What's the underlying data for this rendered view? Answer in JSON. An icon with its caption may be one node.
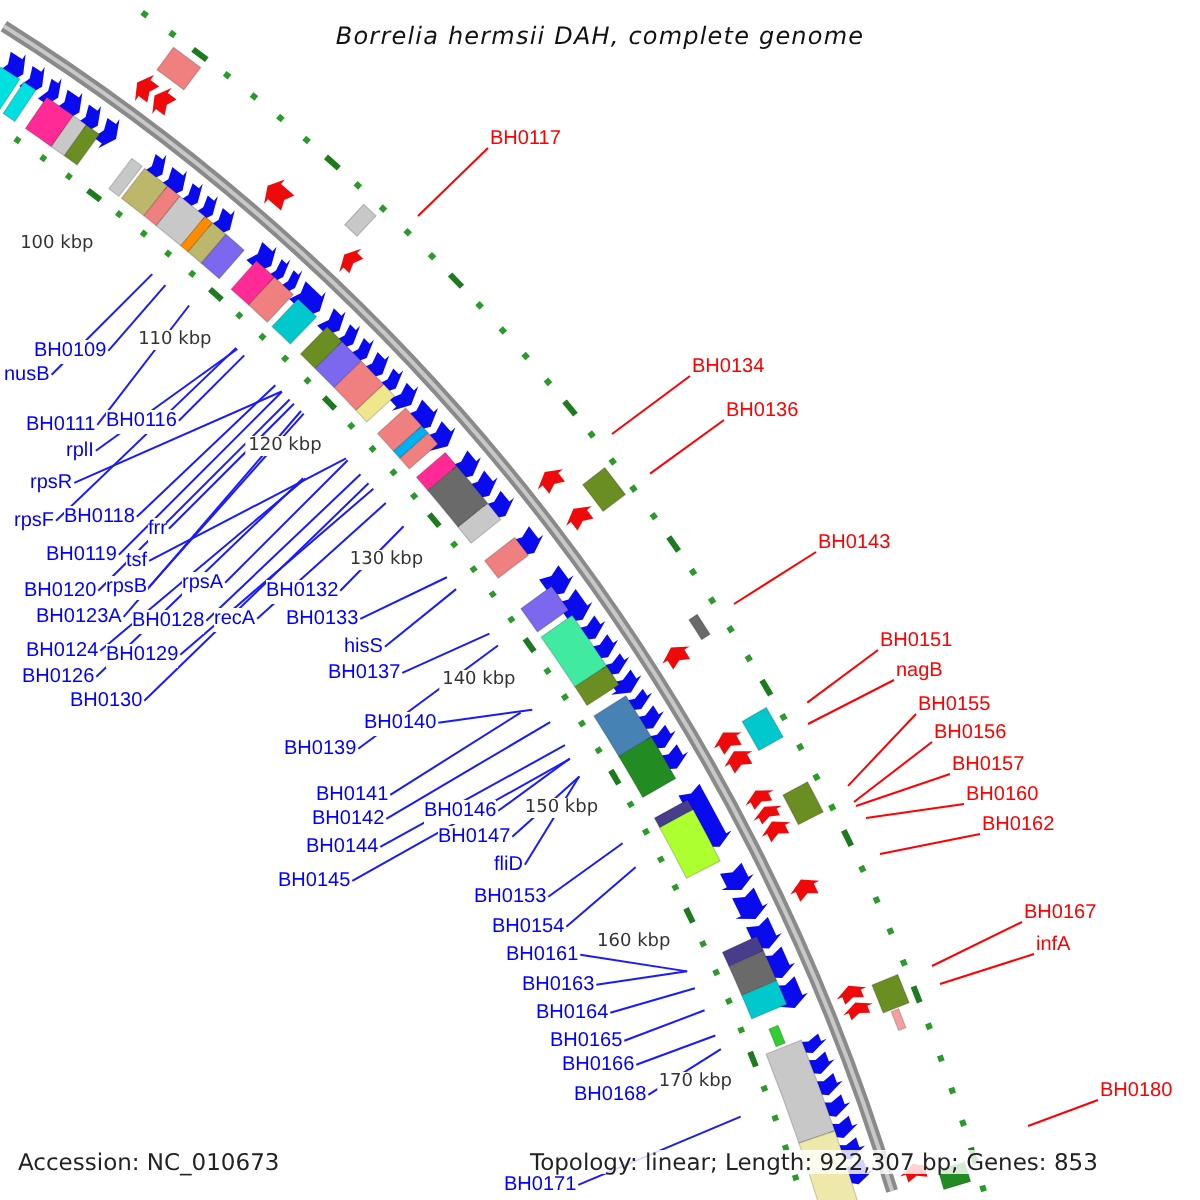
{
  "diagram": {
    "title": "Borrelia hermsii DAH, complete genome",
    "nodes": [
      {
        "text": [
          "BH0117"
        ]
      },
      {
        "text": [
          "BH0109"
        ]
      },
      {
        "text": [
          "BH0134"
        ]
      },
      {
        "text": [
          "nusB"
        ]
      },
      {
        "text": [
          "BH0136"
        ]
      },
      {
        "text": [
          "BH0111"
        ]
      },
      {
        "text": [
          "BH0116"
        ]
      },
      {
        "text": [
          "rplI"
        ]
      },
      {
        "text": [
          "rpsR"
        ]
      },
      {
        "text": [
          "rpsF"
        ]
      },
      {
        "text": [
          "BH0118"
        ]
      },
      {
        "text": [
          "frr"
        ]
      },
      {
        "text": [
          "BH0143"
        ]
      },
      {
        "text": [
          "BH0119"
        ]
      },
      {
        "text": [
          "tsf"
        ]
      },
      {
        "text": [
          "BH0120"
        ]
      },
      {
        "text": [
          "rpsB"
        ]
      },
      {
        "text": [
          "rpsA"
        ]
      },
      {
        "text": [
          "BH0132"
        ]
      },
      {
        "text": [
          "BH0123A"
        ]
      },
      {
        "text": [
          "BH0128"
        ]
      },
      {
        "text": [
          "recA"
        ]
      },
      {
        "text": [
          "BH0133"
        ]
      },
      {
        "text": [
          "BH0151"
        ]
      },
      {
        "text": [
          "hisS"
        ]
      },
      {
        "text": [
          "BH0124"
        ]
      },
      {
        "text": [
          "BH0129"
        ]
      },
      {
        "text": [
          "nagB"
        ]
      },
      {
        "text": [
          "BH0126"
        ]
      },
      {
        "text": [
          "BH0137"
        ]
      },
      {
        "text": [
          "BH0130"
        ]
      },
      {
        "text": [
          "BH0155"
        ]
      },
      {
        "text": [
          "BH0140"
        ]
      },
      {
        "text": [
          "BH0156"
        ]
      },
      {
        "text": [
          "BH0139"
        ]
      },
      {
        "text": [
          "BH0157"
        ]
      },
      {
        "text": [
          "BH0141"
        ]
      },
      {
        "text": [
          "BH0160"
        ]
      },
      {
        "text": [
          "BH0146"
        ]
      },
      {
        "text": [
          "BH0142"
        ]
      },
      {
        "text": [
          "BH0162"
        ]
      },
      {
        "text": [
          "BH0147"
        ]
      },
      {
        "text": [
          "BH0144"
        ]
      },
      {
        "text": [
          "fliD"
        ]
      },
      {
        "text": [
          "BH0145"
        ]
      },
      {
        "text": [
          "BH0153"
        ]
      },
      {
        "text": [
          "BH0167"
        ]
      },
      {
        "text": [
          "BH0154"
        ]
      },
      {
        "text": [
          "infA"
        ]
      },
      {
        "text": [
          "BH0161"
        ]
      },
      {
        "text": [
          "BH0163"
        ]
      },
      {
        "text": [
          "BH0164"
        ]
      },
      {
        "text": [
          "BH0165"
        ]
      },
      {
        "text": [
          "BH0166"
        ]
      },
      {
        "text": [
          "BH0168"
        ]
      },
      {
        "text": [
          "BH0180"
        ]
      },
      {
        "text": [
          "BH0171"
        ]
      }
    ],
    "edges": [
      {
        "from": 0,
        "to": null,
        "arrow": "none",
        "color": "#ff0000"
      },
      {
        "from": 1,
        "to": null,
        "arrow": "none"
      },
      {
        "from": 2,
        "to": null,
        "arrow": "none",
        "color": "#ff0000"
      },
      {
        "from": 3,
        "to": null,
        "arrow": "none"
      },
      {
        "from": 4,
        "to": null,
        "arrow": "none",
        "color": "#ff0000"
      },
      {
        "from": 5,
        "to": null,
        "arrow": "none"
      },
      {
        "from": 6,
        "to": null,
        "arrow": "none"
      },
      {
        "from": 7,
        "to": null,
        "arrow": "none"
      },
      {
        "from": 8,
        "to": null,
        "arrow": "none"
      },
      {
        "from": 9,
        "to": null,
        "arrow": "none"
      },
      {
        "from": 10,
        "to": null,
        "arrow": "none"
      },
      {
        "from": 11,
        "to": null,
        "arrow": "none"
      },
      {
        "from": 12,
        "to": null,
        "arrow": "none",
        "color": "#ff0000"
      },
      {
        "from": 13,
        "to": null,
        "arrow": "none"
      },
      {
        "from": 14,
        "to": null,
        "arrow": "none"
      },
      {
        "from": 15,
        "to": null,
        "arrow": "none"
      },
      {
        "from": 16,
        "to": null,
        "arrow": "none"
      },
      {
        "from": 17,
        "to": null,
        "arrow": "none"
      },
      {
        "from": 18,
        "to": null,
        "arrow": "none"
      },
      {
        "from": 19,
        "to": null,
        "arrow": "none"
      },
      {
        "from": 20,
        "to": null,
        "arrow": "none"
      },
      {
        "from": 21,
        "to": null,
        "arrow": "none"
      },
      {
        "from": 22,
        "to": null,
        "arrow": "none"
      },
      {
        "from": 23,
        "to": null,
        "arrow": "none",
        "color": "#ff0000"
      },
      {
        "from": 24,
        "to": null,
        "arrow": "none"
      },
      {
        "from": 25,
        "to": null,
        "arrow": "none"
      },
      {
        "from": 26,
        "to": null,
        "arrow": "none"
      },
      {
        "from": 27,
        "to": null,
        "arrow": "none",
        "color": "#ff0000"
      },
      {
        "from": 28,
        "to": null,
        "arrow": "none"
      },
      {
        "from": 29,
        "to": null,
        "arrow": "none"
      },
      {
        "from": 30,
        "to": null,
        "arrow": "none"
      },
      {
        "from": 31,
        "to": null,
        "arrow": "none",
        "color": "#ff0000"
      },
      {
        "from": 32,
        "to": null,
        "arrow": "none"
      },
      {
        "from": 33,
        "to": null,
        "arrow": "none",
        "color": "#ff0000"
      },
      {
        "from": 34,
        "to": null,
        "arrow": "none"
      },
      {
        "from": 35,
        "to": null,
        "arrow": "none",
        "color": "#ff0000"
      },
      {
        "from": 36,
        "to": null,
        "arrow": "none"
      },
      {
        "from": 37,
        "to": null,
        "arrow": "none",
        "color": "#ff0000"
      },
      {
        "from": 38,
        "to": null,
        "arrow": "none"
      },
      {
        "from": 39,
        "to": null,
        "arrow": "none"
      },
      {
        "from": 40,
        "to": null,
        "arrow": "none",
        "color": "#ff0000"
      },
      {
        "from": 41,
        "to": null,
        "arrow": "none"
      },
      {
        "from": 42,
        "to": null,
        "arrow": "none"
      },
      {
        "from": 43,
        "to": null,
        "arrow": "none"
      },
      {
        "from": 44,
        "to": null,
        "arrow": "none"
      },
      {
        "from": 45,
        "to": null,
        "arrow": "none"
      },
      {
        "from": 46,
        "to": null,
        "arrow": "none",
        "color": "#ff0000"
      },
      {
        "from": 47,
        "to": null,
        "arrow": "none"
      },
      {
        "from": 48,
        "to": null,
        "arrow": "none",
        "color": "#ff0000"
      },
      {
        "from": 49,
        "to": null,
        "arrow": "none"
      },
      {
        "from": 50,
        "to": null,
        "arrow": "none"
      },
      {
        "from": 51,
        "to": null,
        "arrow": "none"
      },
      {
        "from": 52,
        "to": null,
        "arrow": "none"
      },
      {
        "from": 53,
        "to": null,
        "arrow": "none"
      },
      {
        "from": 54,
        "to": null,
        "arrow": "none"
      },
      {
        "from": 55,
        "to": null,
        "arrow": "none",
        "color": "#ff0000"
      },
      {
        "from": 56,
        "to": null,
        "arrow": "none"
      }
    ],
    "labels": [
      "100 kbp",
      "110 kbp",
      "120 kbp",
      "130 kbp",
      "140 kbp",
      "150 kbp",
      "160 kbp",
      "170 kbp",
      "Accession: NC_010673",
      "Topology: linear; Length: 922,307 bp; Genes: 853"
    ]
  }
}
